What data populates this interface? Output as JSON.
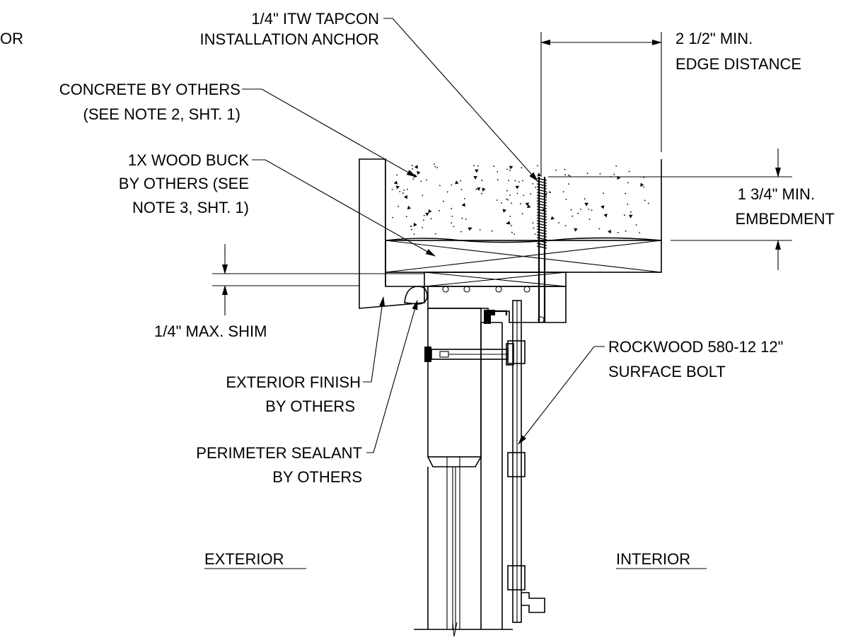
{
  "labels": {
    "partial_top_left": "OR",
    "tapcon_line1": "1/4\" ITW TAPCON",
    "tapcon_line2": "INSTALLATION ANCHOR",
    "edge_line1": "2 1/2\" MIN.",
    "edge_line2": "EDGE DISTANCE",
    "concrete_line1": "CONCRETE BY OTHERS",
    "concrete_line2": "(SEE NOTE 2, SHT. 1)",
    "buck_line1": "1X WOOD BUCK",
    "buck_line2": "BY OTHERS (SEE",
    "buck_line3": "NOTE 3, SHT. 1)",
    "embed_line1": "1 3/4\" MIN.",
    "embed_line2": "EMBEDMENT",
    "shim": "1/4\" MAX. SHIM",
    "finish_line1": "EXTERIOR FINISH",
    "finish_line2": "BY OTHERS",
    "sealant_line1": "PERIMETER SEALANT",
    "sealant_line2": "BY OTHERS",
    "rockwood_line1": "ROCKWOOD 580-12 12\"",
    "rockwood_line2": "SURFACE BOLT",
    "exterior": "EXTERIOR",
    "interior": "INTERIOR"
  }
}
